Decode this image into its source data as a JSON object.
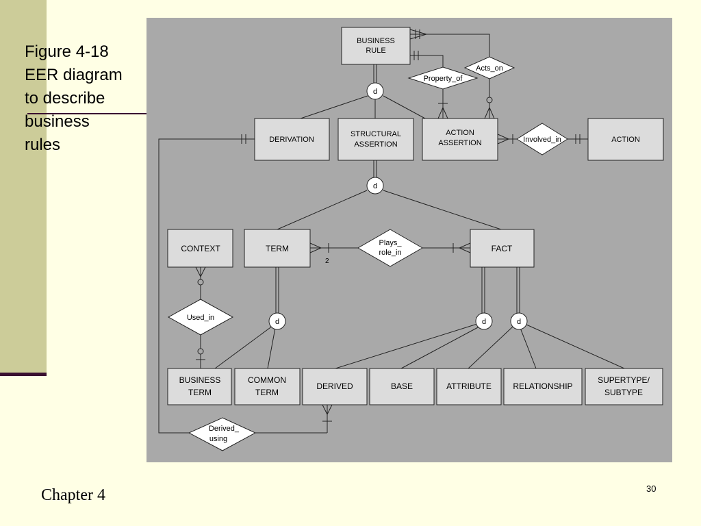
{
  "slide": {
    "title_lines": [
      "Figure 4-18",
      "EER diagram",
      "to describe",
      "business",
      "rules"
    ],
    "footer": "Chapter 4",
    "page_number": "30"
  },
  "colors": {
    "background": "#ffffe5",
    "sidebar": "#cccc99",
    "rule_line": "#3a1030",
    "diagram_background": "#a9a9a9",
    "entity_fill": "#dcdcdc"
  },
  "diagram": {
    "entities": {
      "business_rule": [
        "BUSINESS",
        "RULE"
      ],
      "derivation": [
        "DERIVATION"
      ],
      "structural_assertion": [
        "STRUCTURAL",
        "ASSERTION"
      ],
      "action_assertion": [
        "ACTION",
        "ASSERTION"
      ],
      "action": [
        "ACTION"
      ],
      "context": [
        "CONTEXT"
      ],
      "term": [
        "TERM"
      ],
      "fact": [
        "FACT"
      ],
      "business_term": [
        "BUSINESS",
        "TERM"
      ],
      "common_term": [
        "COMMON",
        "TERM"
      ],
      "derived": [
        "DERIVED"
      ],
      "base": [
        "BASE"
      ],
      "attribute": [
        "ATTRIBUTE"
      ],
      "relationship": [
        "RELATIONSHIP"
      ],
      "supertype_subtype": [
        "SUPERTYPE/",
        "SUBTYPE"
      ]
    },
    "relationships": {
      "acts_on": [
        "Acts_on"
      ],
      "property_of": [
        "Property_of"
      ],
      "involved_in": [
        "Involved_in"
      ],
      "plays_role_in": [
        "Plays_",
        "role_in"
      ],
      "used_in": [
        "Used_in"
      ],
      "derived_using": [
        "Derived_",
        "using"
      ]
    },
    "disjoint_symbol": "d",
    "cardinality_label": "2"
  }
}
